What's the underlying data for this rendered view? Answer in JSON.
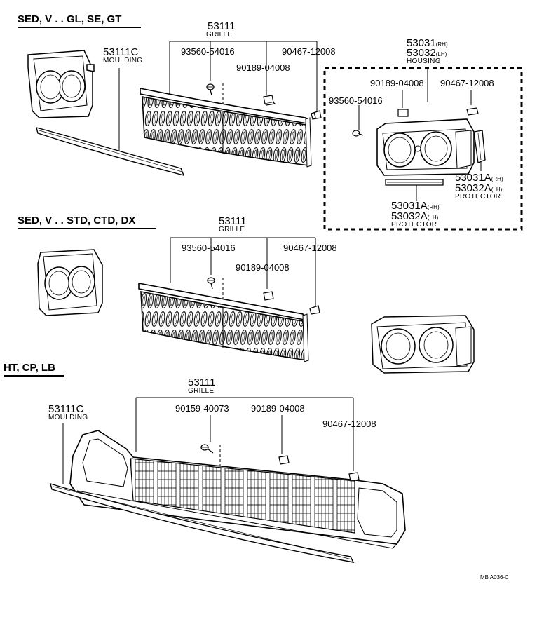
{
  "sections": {
    "top": {
      "heading": "SED, V . . GL, SE, GT",
      "grille_number": "53111",
      "grille_name": "GRILLE",
      "moulding_number": "53111C",
      "moulding_name": "MOULDING",
      "screw": "93560-54016",
      "nut": "90189-04008",
      "clip": "90467-12008"
    },
    "housing_box": {
      "housing_rh": "53031",
      "housing_rh_side": "(RH)",
      "housing_lh": "53032",
      "housing_lh_side": "(LH)",
      "housing_name": "HOUSING",
      "nut": "90189-04008",
      "clip": "90467-12008",
      "screw": "93560-54016",
      "protector_side_rh": "53031A",
      "protector_side_rh_side": "(RH)",
      "protector_side_lh": "53032A",
      "protector_side_lh_side": "(LH)",
      "protector_side_name": "PROTECTOR",
      "protector_bottom_rh": "53031A",
      "protector_bottom_rh_side": "(RH)",
      "protector_bottom_lh": "53032A",
      "protector_bottom_lh_side": "(LH)",
      "protector_bottom_name": "PROTECTOR"
    },
    "middle": {
      "heading": "SED, V . . STD, CTD, DX",
      "grille_number": "53111",
      "grille_name": "GRILLE",
      "screw": "93560-54016",
      "nut": "90189-04008",
      "clip": "90467-12008"
    },
    "bottom": {
      "heading": "HT, CP, LB",
      "grille_number": "53111",
      "grille_name": "GRILLE",
      "moulding_number": "53111C",
      "moulding_name": "MOULDING",
      "screw": "90159-40073",
      "nut": "90189-04008",
      "clip": "90467-12008"
    }
  },
  "figure_code": "MB A036-C"
}
